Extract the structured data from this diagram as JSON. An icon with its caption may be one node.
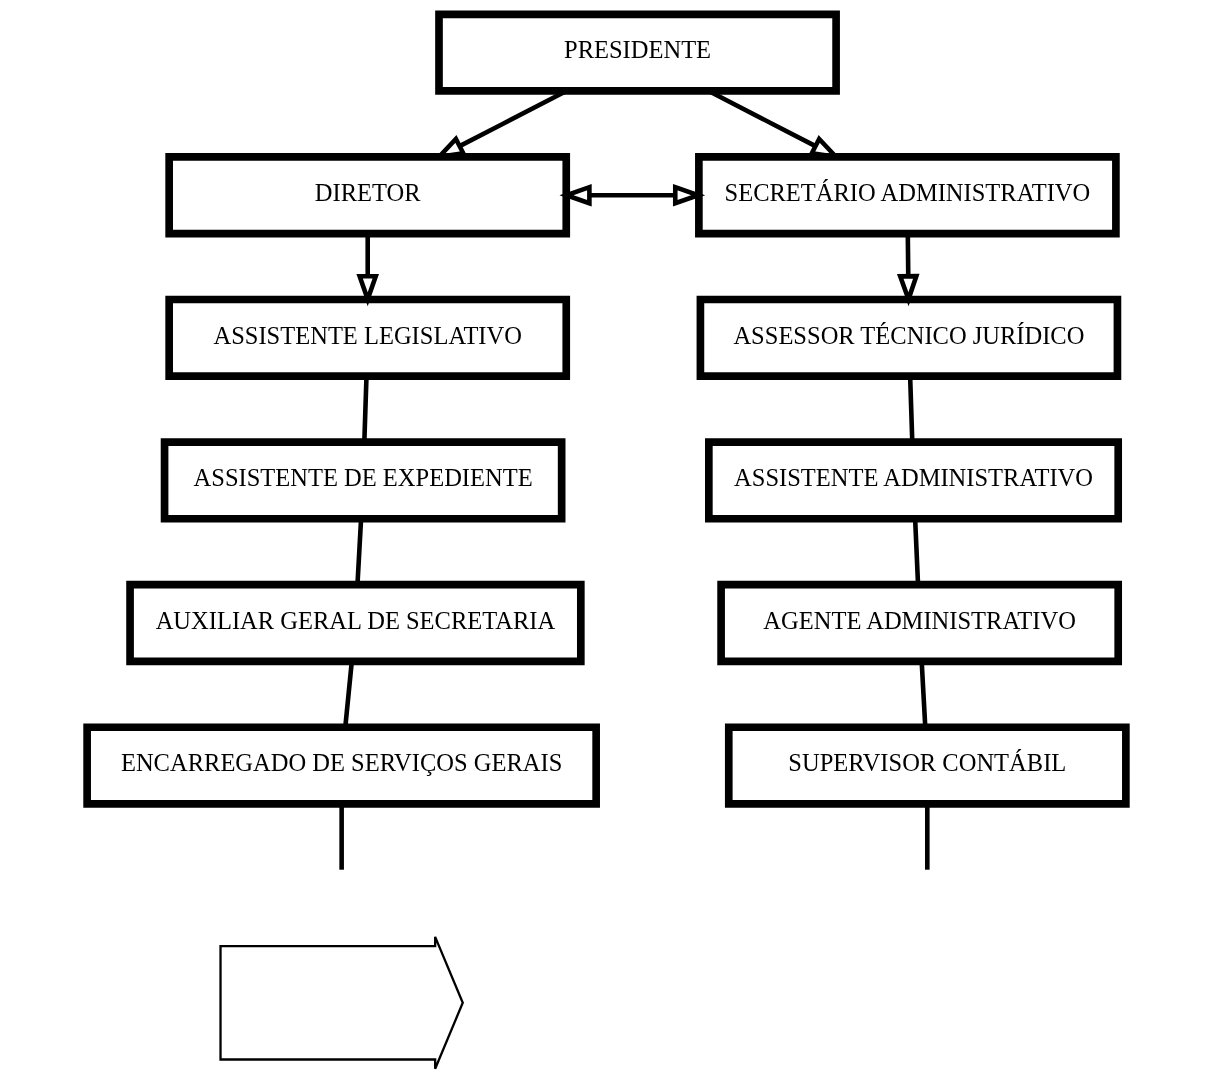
{
  "diagram": {
    "nodes": [
      {
        "text": [
          "PRESIDENTE"
        ]
      },
      {
        "text": [
          "DIRETOR"
        ]
      },
      {
        "text": [
          "SECRETÁRIO ADMINISTRATIVO"
        ]
      },
      {
        "text": [
          "ASSISTENTE LEGISLATIVO"
        ]
      },
      {
        "text": [
          "ASSISTENTE DE EXPEDIENTE"
        ]
      },
      {
        "text": [
          "AUXILIAR GERAL DE SECRETARIA"
        ]
      },
      {
        "text": [
          "ENCARREGADO DE SERVIÇOS GERAIS"
        ]
      },
      {
        "text": [
          "ASSESSOR TÉCNICO JURÍDICO"
        ]
      },
      {
        "text": [
          "ASSISTENTE ADMINISTRATIVO"
        ]
      },
      {
        "text": [
          "AGENTE ADMINISTRATIVO"
        ]
      },
      {
        "text": [
          "SUPERVISOR CONTÁBIL"
        ]
      },
      {
        "text": [],
        "shape": "arrow"
      }
    ],
    "edges": [
      {
        "from": 0,
        "to": 1,
        "arrow": "to"
      },
      {
        "from": 0,
        "to": 2,
        "arrow": "to"
      },
      {
        "from": 1,
        "to": 2,
        "arrow": "both"
      },
      {
        "from": 1,
        "to": 3,
        "arrow": "to"
      },
      {
        "from": 2,
        "to": 7,
        "arrow": "to"
      },
      {
        "from": 3,
        "to": 4,
        "arrow": "none"
      },
      {
        "from": 4,
        "to": 5,
        "arrow": "none"
      },
      {
        "from": 5,
        "to": 6,
        "arrow": "none"
      },
      {
        "from": 6,
        "to": null,
        "arrow": "none"
      },
      {
        "from": 7,
        "to": 8,
        "arrow": "none"
      },
      {
        "from": 8,
        "to": 9,
        "arrow": "none"
      },
      {
        "from": 9,
        "to": 10,
        "arrow": "none"
      },
      {
        "from": 10,
        "to": null,
        "arrow": "none"
      }
    ]
  }
}
